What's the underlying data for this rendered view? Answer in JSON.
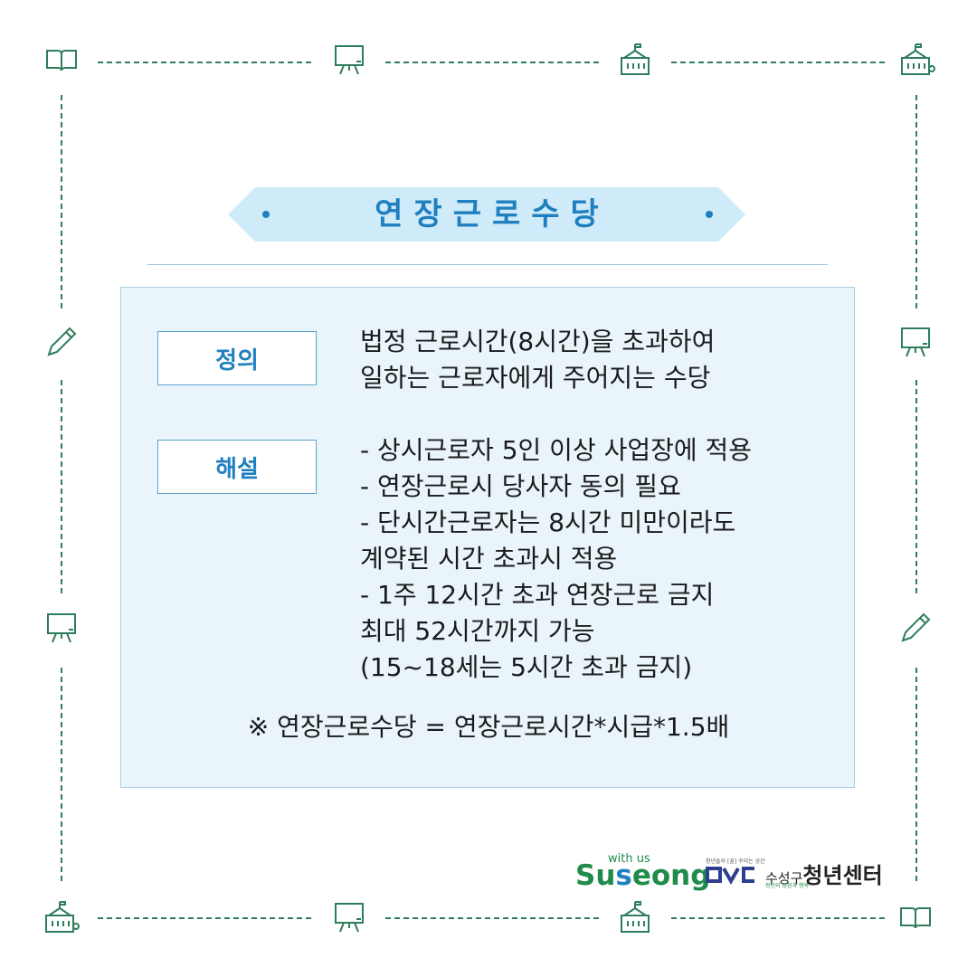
{
  "banner": {
    "title": "연장근로수당"
  },
  "definition": {
    "label": "정의",
    "lines": [
      "법정 근로시간(8시간)을 초과하여",
      "일하는 근로자에게 주어지는 수당"
    ]
  },
  "explanation": {
    "label": "해설",
    "lines": [
      "- 상시근로자 5인 이상 사업장에 적용",
      "- 연장근로시 당사자 동의 필요",
      "- 단시간근로자는 8시간 미만이라도",
      "계약된 시간 초과시 적용",
      "- 1주 12시간 초과 연장근로 금지",
      "최대 52시간까지 가능",
      "(15~18세는 5시간 초과 금지)"
    ]
  },
  "formula": "※ 연장근로수당 = 연장근로시간*시급*1.5배",
  "logos": {
    "with_us": "with us",
    "suseong_pre": "Su",
    "suseong_o": "s",
    "suseong_rest": "eong",
    "tag_small": "청년들의 [꿈] 꾸리는 공간",
    "org_prefix": "수성구",
    "org_name": "청년센터",
    "org_sub": "청년의 성장과 행복"
  },
  "icons": [
    "book-icon",
    "whiteboard-icon",
    "school-icon",
    "pencil-icon"
  ],
  "colors": {
    "frame": "#2e7d5b",
    "accent": "#1f7fbf",
    "banner_fill": "#cfeaf8",
    "panel_fill": "#eaf5fb"
  }
}
